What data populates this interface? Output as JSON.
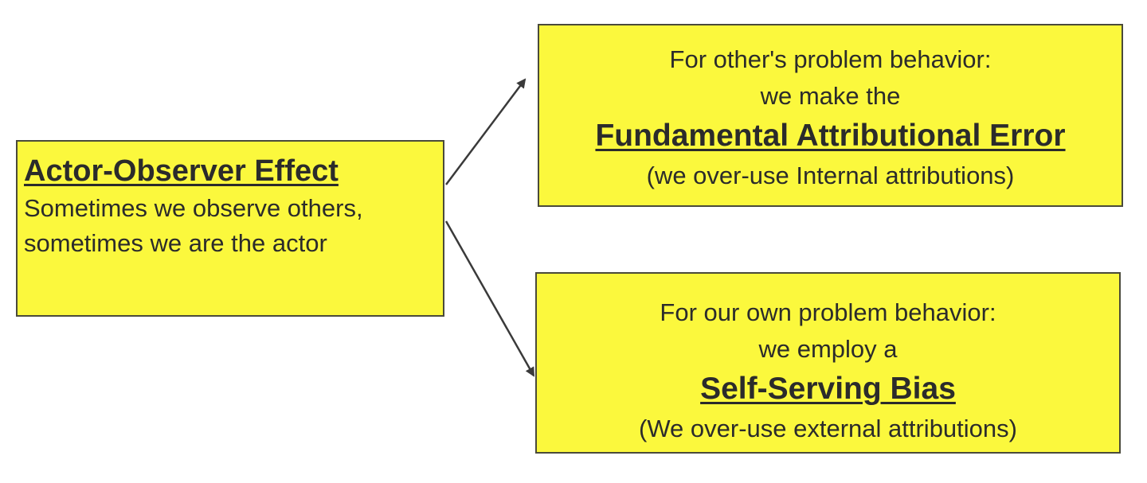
{
  "diagram": {
    "source_box": {
      "title": "Actor-Observer Effect",
      "description": "Sometimes we observe others, sometimes we are the actor"
    },
    "top_box": {
      "line1": "For other's problem behavior:",
      "line2": "we make the",
      "title": "Fundamental Attributional Error",
      "line3": "(we over-use Internal attributions)"
    },
    "bottom_box": {
      "line1": "For our own problem behavior:",
      "line2": "we employ a",
      "title": "Self-Serving Bias",
      "line3": "(We over-use external attributions)"
    },
    "colors": {
      "box_fill": "#fbf83d",
      "box_border": "#4a4a3a",
      "text": "#2b2b2b",
      "arrow": "#3a3a3a"
    }
  }
}
